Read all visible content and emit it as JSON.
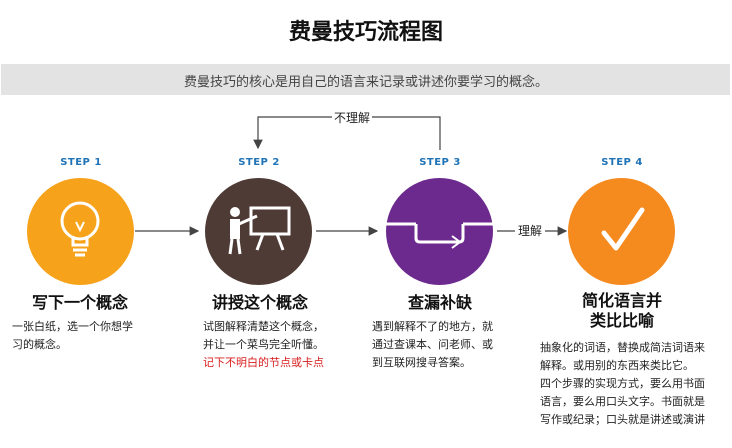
{
  "title": "费曼技巧流程图",
  "subtitle": "费曼技巧的核心是用自己的语言来记录或讲述你要学习的概念。",
  "loop_label": "不理解",
  "arrow_label": "理解",
  "colors": {
    "step_label": "#1f73b7",
    "step1": "#f7a21b",
    "step2": "#4e3b35",
    "step3": "#6c2a8e",
    "step4": "#f58a1f",
    "highlight": "#d81e1e"
  },
  "steps": [
    {
      "label": "STEP 1",
      "icon": "lightbulb-icon",
      "heading": "写下一个概念",
      "desc": [
        "一张白纸，选一个你想学",
        "习的概念。"
      ]
    },
    {
      "label": "STEP 2",
      "icon": "teacher-board-icon",
      "heading": "讲授这个概念",
      "desc": [
        "试图解释清楚这个概念，",
        "并让一个菜鸟完全听懂。"
      ],
      "highlight": "记下不明白的节点或卡点"
    },
    {
      "label": "STEP 3",
      "icon": "gap-bridge-icon",
      "heading": "查漏补缺",
      "desc": [
        "遇到解释不了的地方，就",
        "通过查课本、问老师、或",
        "到互联网搜寻答案。"
      ]
    },
    {
      "label": "STEP 4",
      "icon": "checkmark-icon",
      "heading_lines": [
        "简化语言并",
        "类比比喻"
      ],
      "desc": [
        "抽象化的词语，替换成简洁词语来",
        "解释。或用别的东西来类比它。",
        "四个步骤的实现方式，要么用书面",
        "语言，要么用口头文字。书面就是",
        "写作或纪录；口头就是讲述或演讲"
      ]
    }
  ]
}
